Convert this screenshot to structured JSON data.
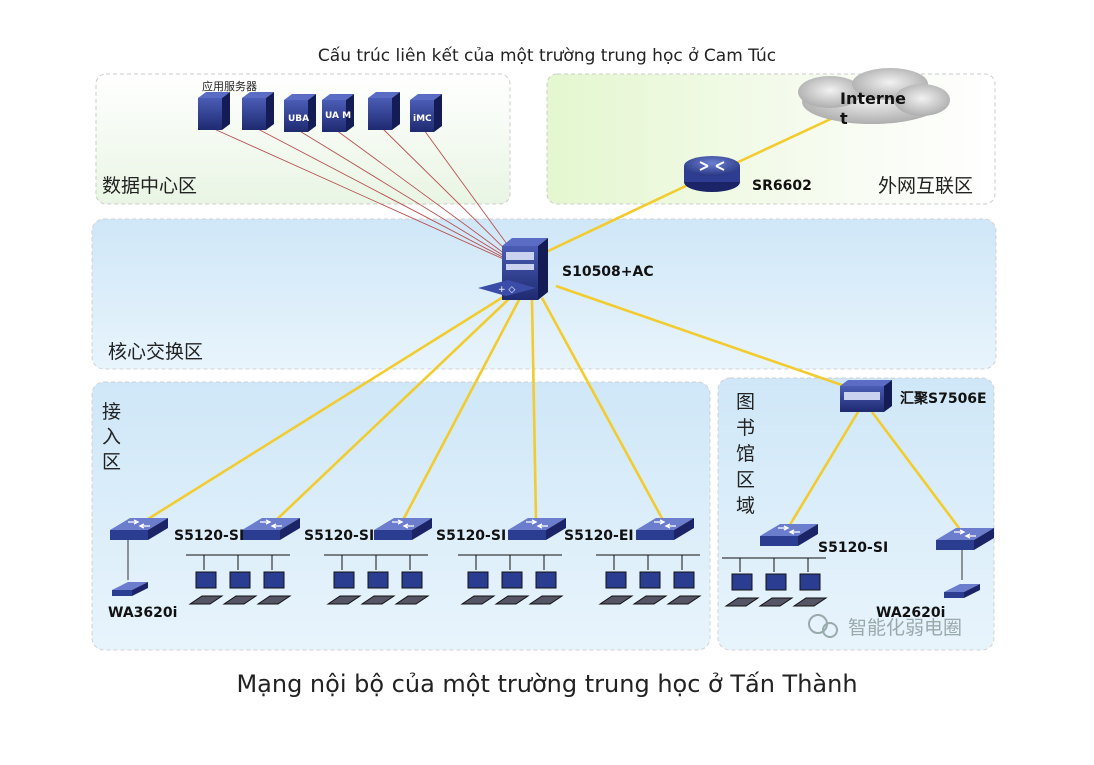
{
  "titles": {
    "top": "Cấu trúc liên kết của một trường trung học ở Cam Túc",
    "bottom": "Mạng nội bộ của một trường trung học ở Tấn Thành"
  },
  "zones": {
    "datacenter": "数据中心区",
    "external": "外网互联区",
    "core": "核心交换区",
    "access": [
      "接",
      "入",
      "区"
    ],
    "library": [
      "图",
      "书",
      "馆",
      "区",
      "域"
    ]
  },
  "servers": {
    "group_label": "应用服务器",
    "tags": [
      "",
      "",
      "UBA",
      "UA M",
      "",
      "iMC"
    ]
  },
  "internet": [
    "Interne",
    "t"
  ],
  "devices": {
    "router": "SR6602",
    "core_switch": "S10508+AC",
    "agg_switch": "汇聚S7506E",
    "access_switches": [
      "S5120-SI",
      "S5120-SI",
      "S5120-SI",
      "S5120-EI"
    ],
    "library_switch": "S5120-SI",
    "ap_left": "WA3620i",
    "ap_right": "WA2620i"
  },
  "watermark": "智能化弱电圈",
  "colors": {
    "link": "#f2cc2e",
    "server_link": "#b85050",
    "device_blue": "#2b3d91",
    "zone_fill": "#dff0fa",
    "zone_border": "#c8c8c8"
  }
}
